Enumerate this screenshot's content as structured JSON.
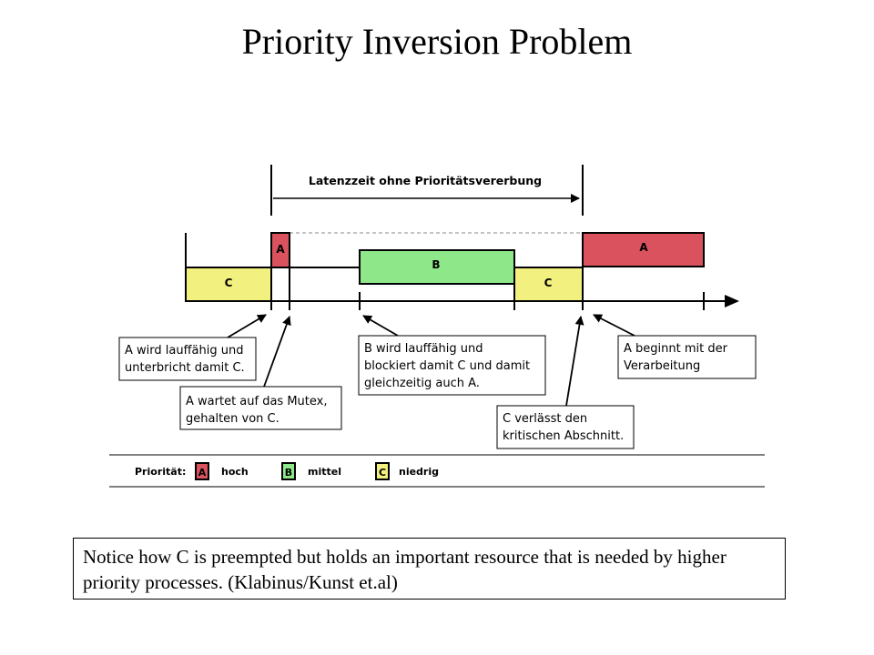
{
  "title": "Priority Inversion Problem",
  "diagram": {
    "latency_label": "Latenzzeit ohne Prioritätsvererbung",
    "blocks": {
      "c1": "C",
      "a1": "A",
      "b": "B",
      "c2": "C",
      "a2": "A"
    },
    "callouts": {
      "a_ready": [
        "A wird lauffähig und",
        "unterbricht damit C."
      ],
      "a_waits": [
        "A wartet auf das Mutex,",
        "gehalten von C."
      ],
      "b_ready": [
        "B wird lauffähig und",
        "blockiert damit C und damit",
        "gleichzeitig auch A."
      ],
      "c_leaves": [
        "C verlässt den",
        "kritischen Abschnitt."
      ],
      "a_begins": [
        "A beginnt mit der",
        "Verarbeitung"
      ]
    },
    "legend": {
      "label": "Priorität:",
      "items": [
        {
          "letter": "A",
          "text": "hoch",
          "color": "#d9525e"
        },
        {
          "letter": "B",
          "text": "mittel",
          "color": "#8ee88a"
        },
        {
          "letter": "C",
          "text": "niedrig",
          "color": "#f2f07e"
        }
      ]
    },
    "colors": {
      "high": "#d9525e",
      "medium": "#8ee88a",
      "low": "#f2f07e"
    }
  },
  "note": "Notice how C is preempted but holds an important resource that is needed by higher priority processes. (Klabinus/Kunst et.al)"
}
